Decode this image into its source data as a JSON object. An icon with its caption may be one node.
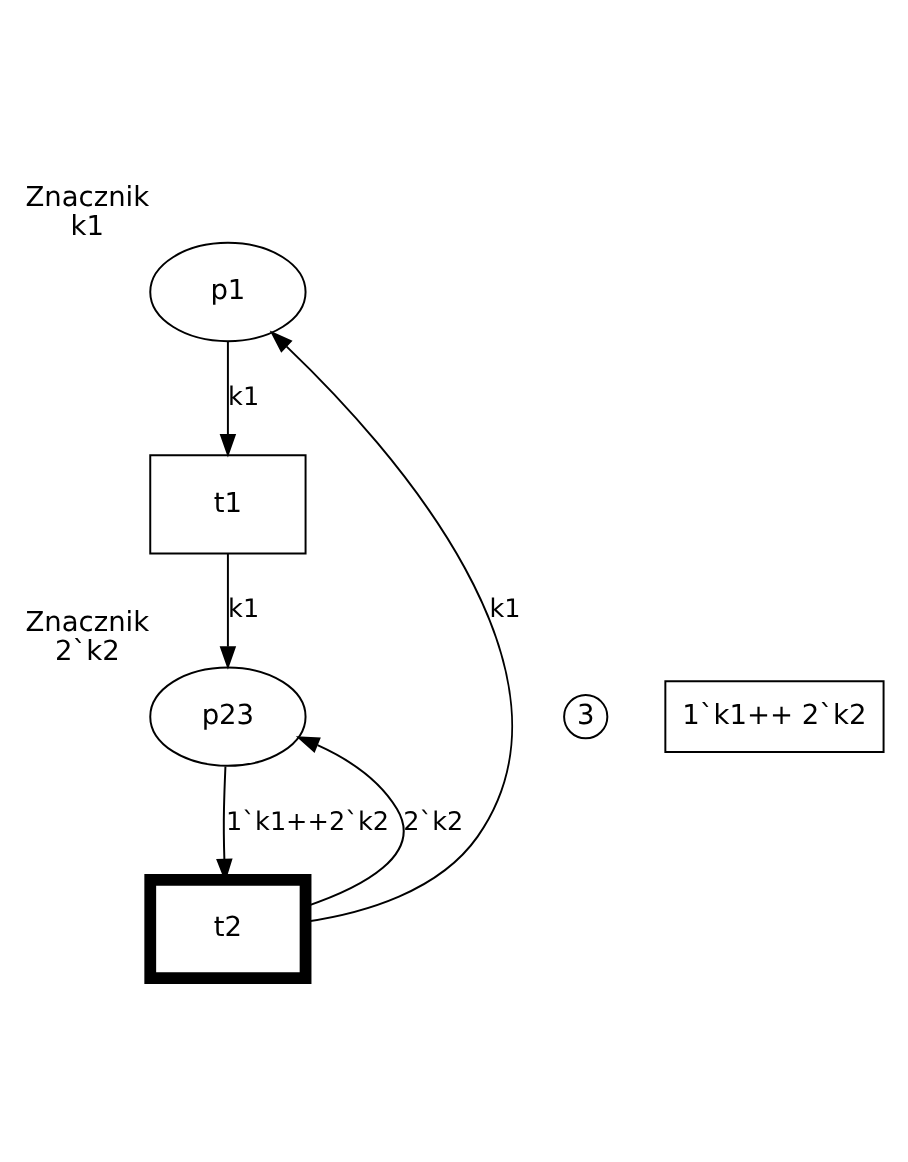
{
  "diagram": {
    "nodes": [
      {
        "text": [
          "p1"
        ],
        "beside": [
          "Znacznik",
          "k1"
        ]
      },
      {
        "text": [
          "t1"
        ]
      },
      {
        "text": [
          "p23"
        ],
        "beside": [
          "Znacznik",
          "2`k2"
        ]
      },
      {
        "text": [
          "t2"
        ]
      },
      {
        "text": [
          "3"
        ]
      },
      {
        "text": [
          "1`k1++ 2`k2"
        ]
      }
    ],
    "edges": [
      {
        "from": 0,
        "to": 1,
        "arrow": "to",
        "label": "k1"
      },
      {
        "from": 1,
        "to": 2,
        "arrow": "to",
        "label": "k1"
      },
      {
        "from": 2,
        "to": 3,
        "arrow": "to",
        "label": "1`k1++2`k2"
      },
      {
        "from": 3,
        "to": 2,
        "arrow": "to",
        "label": "2`k2"
      },
      {
        "from": 3,
        "to": 0,
        "arrow": "to",
        "label": "k1"
      }
    ]
  }
}
